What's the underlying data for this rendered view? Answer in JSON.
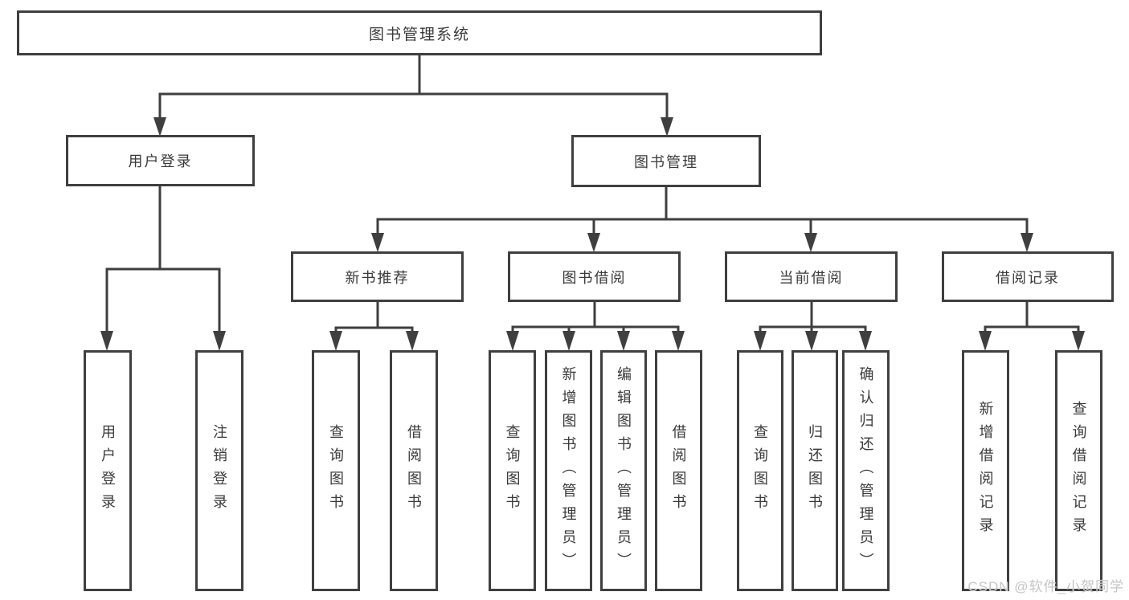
{
  "diagram": {
    "root": "图书管理系统",
    "branches": [
      {
        "label": "用户登录",
        "children": [
          "用户登录",
          "注销登录"
        ]
      },
      {
        "label": "图书管理",
        "children": [
          {
            "label": "新书推荐",
            "children": [
              "查询图书",
              "借阅图书"
            ]
          },
          {
            "label": "图书借阅",
            "children": [
              "查询图书",
              "新增图书（管理员）",
              "编辑图书（管理员）",
              "借阅图书"
            ]
          },
          {
            "label": "当前借阅",
            "children": [
              "查询图书",
              "归还图书",
              "确认归还（管理员）"
            ]
          },
          {
            "label": "借阅记录",
            "children": [
              "新增借阅记录",
              "查询借阅记录"
            ]
          }
        ]
      }
    ]
  },
  "watermark": "CSDN @软件_小贺同学",
  "colors": {
    "line": "#3f3f3f",
    "text": "#3a3a3a",
    "watermark_text": "#c5c5c5",
    "background": "#ffffff"
  }
}
